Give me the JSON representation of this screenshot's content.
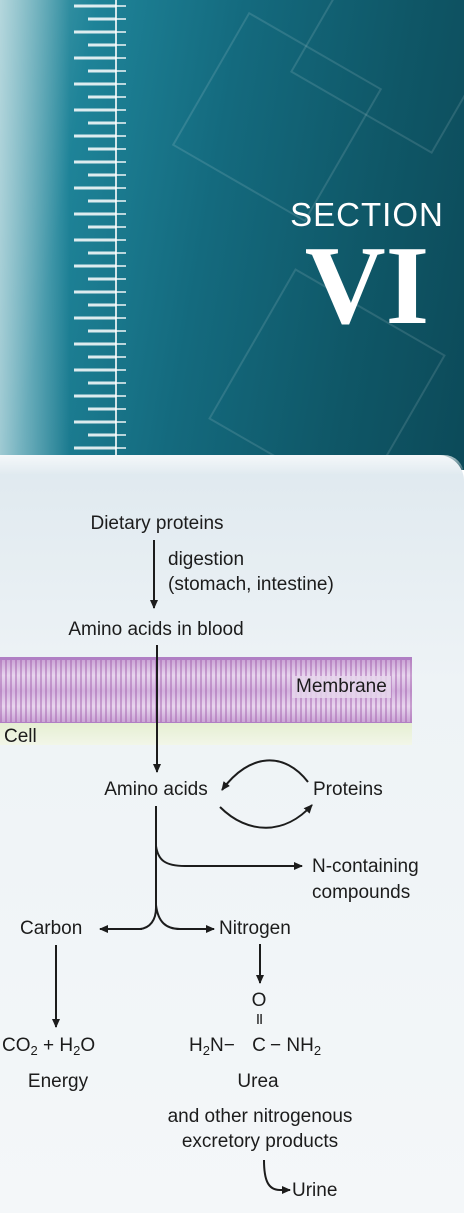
{
  "header": {
    "section_label": "SECTION",
    "section_number": "VI"
  },
  "diagram": {
    "dietary_proteins": "Dietary proteins",
    "digestion_line1": "digestion",
    "digestion_line2": "(stomach, intestine)",
    "amino_acids_blood": "Amino acids in blood",
    "membrane": "Membrane",
    "cell": "Cell",
    "amino_acids": "Amino acids",
    "proteins": "Proteins",
    "n_containing_line1": "N-containing",
    "n_containing_line2": "compounds",
    "carbon": "Carbon",
    "nitrogen": "Nitrogen",
    "co2": "CO",
    "co2_sub": "2",
    "plus": " + H",
    "h2o_sub": "2",
    "h2o_o": "O",
    "energy": "Energy",
    "urea_o": "O",
    "urea_double_bond": "II",
    "urea_h": "H",
    "urea_h_sub": "2",
    "urea_n_left": "N−",
    "urea_c": "C",
    "urea_n_right": "− NH",
    "urea_nh_sub": "2",
    "urea": "Urea",
    "other_line1": "and other nitrogenous",
    "other_line2": "excretory products",
    "urine": "Urine"
  },
  "colors": {
    "header_teal": "#146a7e",
    "membrane_purple": "#caa5d6",
    "panel_bg": "#eef3f6"
  }
}
